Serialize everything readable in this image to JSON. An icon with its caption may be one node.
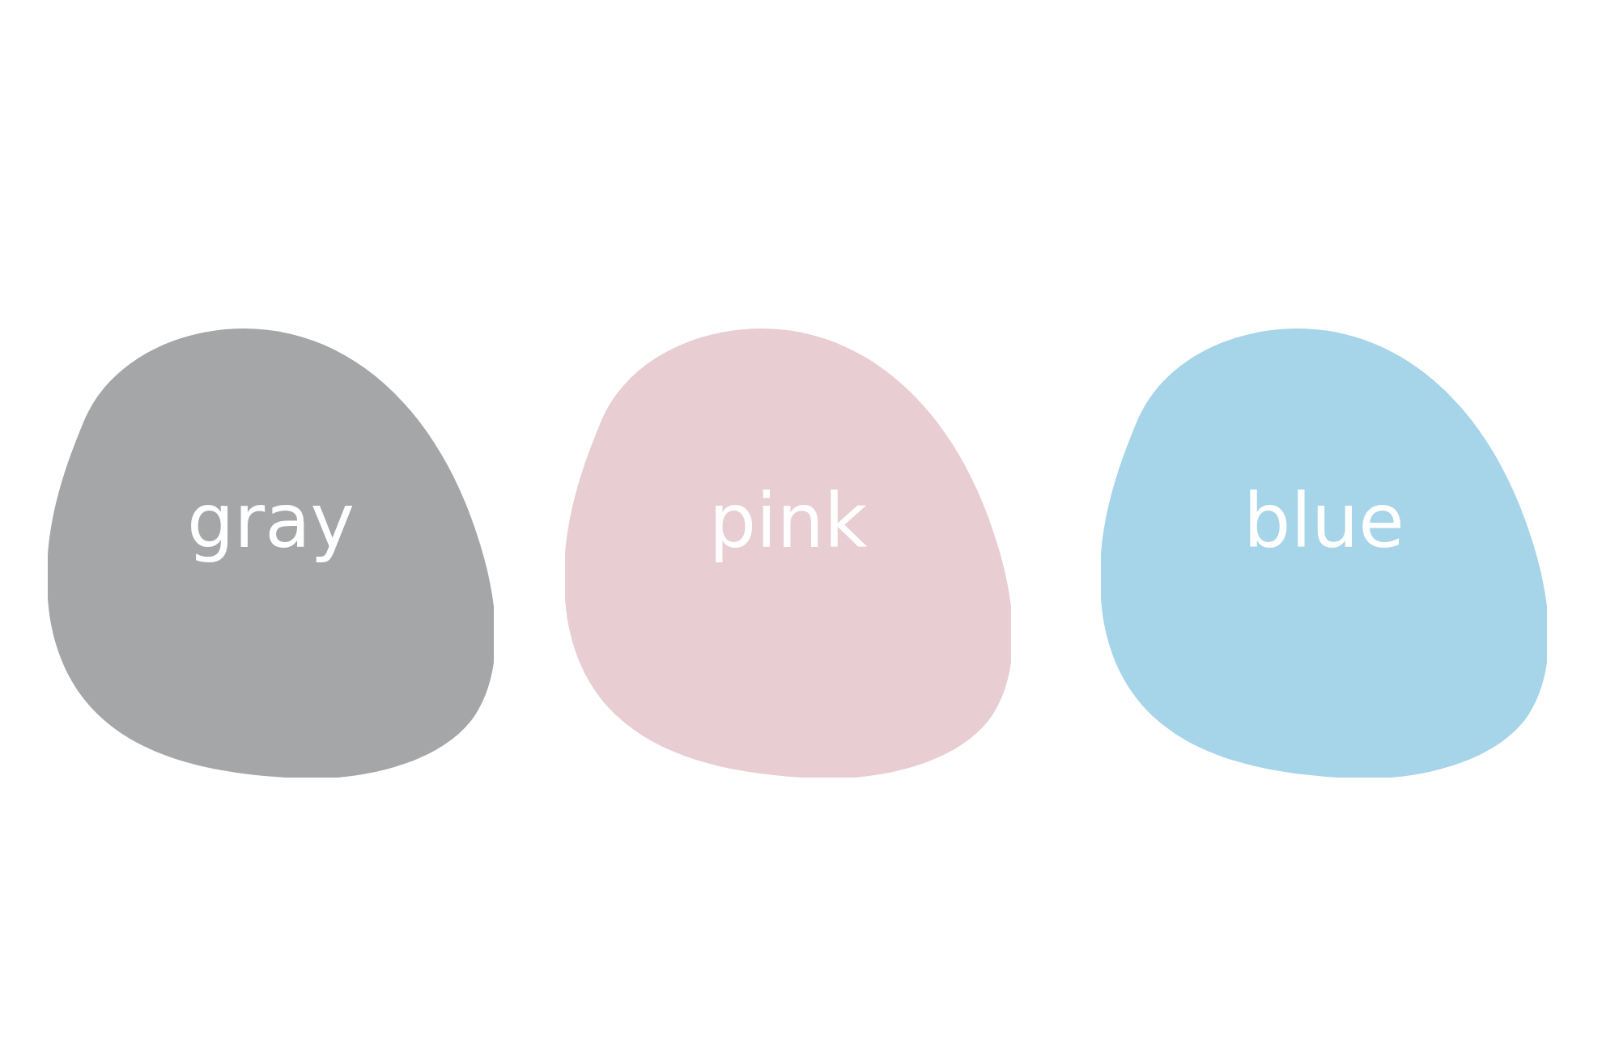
{
  "diagram": {
    "nodes": [
      {
        "text": [
          "gray"
        ]
      },
      {
        "text": [
          "pink"
        ]
      },
      {
        "text": [
          "blue"
        ]
      }
    ]
  }
}
